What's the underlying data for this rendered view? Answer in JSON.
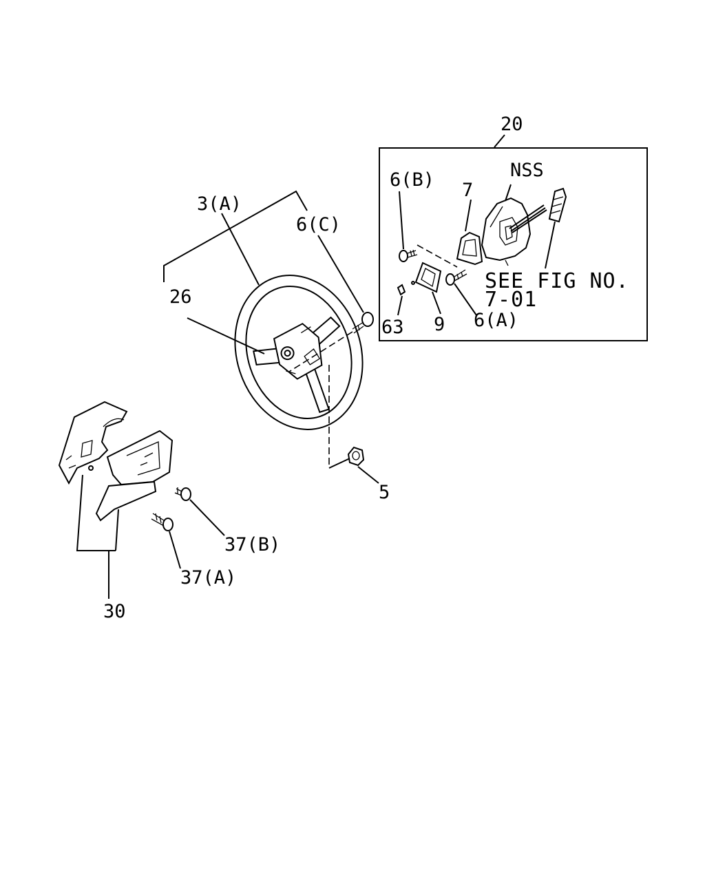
{
  "callouts": {
    "c20": "20",
    "nss": "NSS",
    "c6b": "6(B)",
    "c7": "7",
    "see_fig_1": "SEE FIG NO.",
    "see_fig_2": "7-01",
    "c63": "63",
    "c9": "9",
    "c6a": "6(A)",
    "c3a": "3(A)",
    "c6c": "6(C)",
    "c26": "26",
    "c5": "5",
    "c37b": "37(B)",
    "c37a": "37(A)",
    "c30": "30"
  }
}
